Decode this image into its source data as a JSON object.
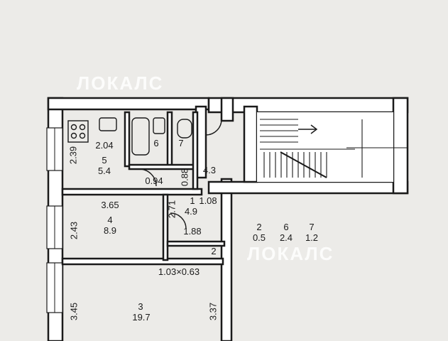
{
  "watermarks": [
    "ЛОКАЛС",
    "ЛОКАЛС"
  ],
  "rooms": [
    {
      "number": "1",
      "area": "4.9"
    },
    {
      "number": "2",
      "area": ""
    },
    {
      "number": "3",
      "area": "19.7"
    },
    {
      "number": "4",
      "area": "8.9"
    },
    {
      "number": "5",
      "area": "5.4"
    },
    {
      "number": "6",
      "area": ""
    },
    {
      "number": "7",
      "area": ""
    }
  ],
  "dimensions": {
    "d_2_04": "2.04",
    "d_2_39": "2.39",
    "d_0_94": "0.94",
    "d_0_88": "0.88",
    "d_4_3": "4.3",
    "d_3_65": "3.65",
    "d_2_71": "2.71",
    "d_1_08": "1.08",
    "d_2_43": "2.43",
    "d_1_88": "1.88",
    "d_1_03x0_63": "1.03×0.63",
    "d_3_45": "3.45",
    "d_3_37": "3.37"
  },
  "legend": [
    {
      "number": "2",
      "area": "0.5"
    },
    {
      "number": "6",
      "area": "2.4"
    },
    {
      "number": "7",
      "area": "1.2"
    }
  ]
}
